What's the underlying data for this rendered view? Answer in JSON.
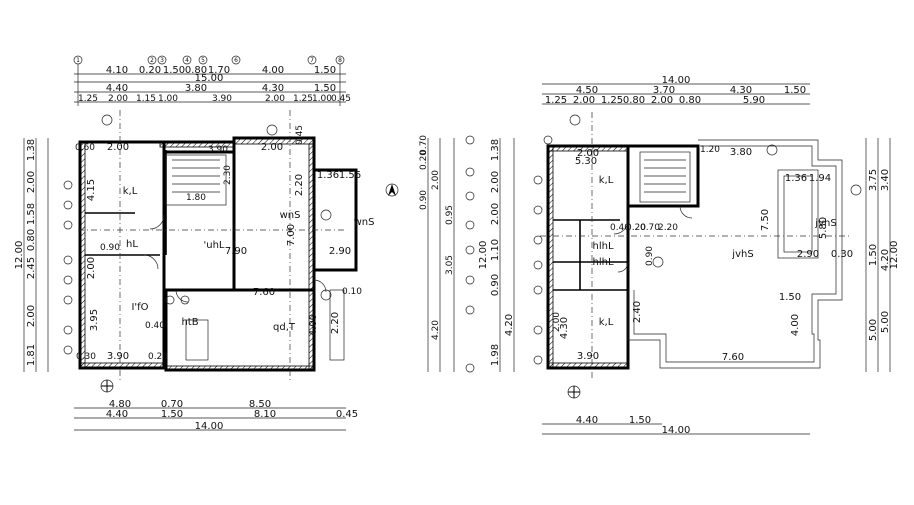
{
  "plan_left": {
    "grid_bubbles": [
      "1",
      "2",
      "3",
      "4",
      "5",
      "6",
      "7",
      "8"
    ],
    "top_dims_row1": [
      "4.10",
      "0.20",
      "1.50",
      "0.80",
      "1.70",
      "4.00",
      "1.50"
    ],
    "top_dims_row2": [
      "15.00"
    ],
    "top_dims_row3": [
      "4.40",
      "3.80",
      "4.30",
      "1.50"
    ],
    "top_dims_row4": [
      "1.25",
      "2.00",
      "1.15",
      "1.00",
      "3.90",
      "2.00",
      "1.25",
      "1.00",
      "0.45"
    ],
    "bottom_dims_row1": [
      "4.80",
      "0.70",
      "8.50"
    ],
    "bottom_dims_row2": [
      "4.40",
      "1.50",
      "8.10",
      "0.45"
    ],
    "bottom_dims_row3": [
      "14.00"
    ],
    "left_dims_outer": [
      "12.00"
    ],
    "left_dims_mid": [
      "1.38",
      "2.00",
      "1.58",
      "0.80",
      "2.45",
      "2.00",
      "1.81"
    ],
    "rooms": {
      "kitchen": "k,L",
      "living": "'uhL",
      "office": "I'fO",
      "dining": "qd,T",
      "stair_room": "wnS",
      "side_room": "wnS",
      "toilet_small": "hL",
      "bath": "htB"
    },
    "room_dims": [
      "2.00",
      "4.15",
      "2.00",
      "2.20",
      "7.00",
      "7.90",
      "2.90",
      "1.36",
      "1.56",
      "7.60",
      "4.00",
      "2.20",
      "3.90",
      "3.95",
      "2.00",
      "0.60",
      "0.90",
      "0.20",
      "0.40",
      "0.30",
      "1.80",
      "2.30",
      "3.90",
      "0.45",
      "0.10"
    ]
  },
  "plan_right": {
    "top_dims_row1": [
      "14.00"
    ],
    "top_dims_row2": [
      "4.50",
      "3.70",
      "4.30",
      "1.50"
    ],
    "top_dims_row3": [
      "1.25",
      "2.00",
      "1.25",
      "0.80",
      "2.00",
      "0.80",
      "5.90"
    ],
    "bottom_dims_row1": [
      "4.40",
      "1.50"
    ],
    "bottom_dims_row2": [
      "14.00"
    ],
    "left_dims": [
      "12.00",
      "1.38",
      "2.00",
      "0.90",
      "3.05",
      "2.00",
      "1.98"
    ],
    "right_dims": [
      "12.00",
      "3.75",
      "3.40",
      "5.00",
      "1.50",
      "4.20",
      "5.00"
    ],
    "rooms": {
      "kitchen": "k,L",
      "big_hall": "jvhS",
      "side_room": "jvhS",
      "kitchen2": "k,L",
      "toilet1": "hlhL",
      "toilet2": "hlhL"
    },
    "room_dims": [
      "5.30",
      "2.00",
      "1.20",
      "3.80",
      "1.36",
      "1.94",
      "7.50",
      "5.80",
      "2.90",
      "0.30",
      "1.50",
      "4.00",
      "7.60",
      "2.40",
      "3.90",
      "4.30",
      "2.00",
      "0.20",
      "0.40",
      "0.70",
      "2.20",
      "0.90"
    ]
  },
  "middle_dims": {
    "col_a": [
      "0.20",
      "4.20",
      "0.95",
      "3.05",
      "2.00",
      "0.90",
      "0.70"
    ],
    "col_b": [
      "12.00",
      "1.38",
      "2.00",
      "2.00",
      "1.10",
      "0.90",
      "4.20",
      "1.98"
    ]
  }
}
